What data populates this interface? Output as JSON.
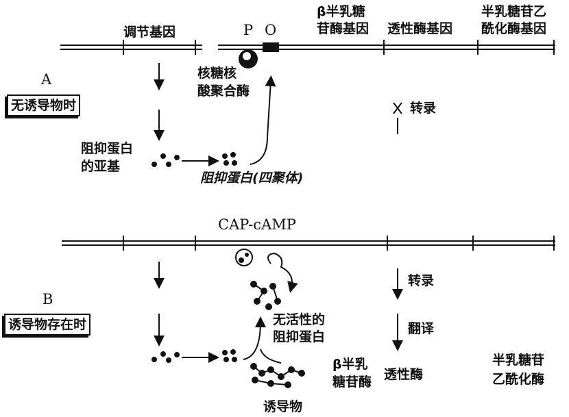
{
  "genes": {
    "regulator": "调节基因",
    "promoter": "P",
    "operator": "O",
    "beta_gal_line1": "β半乳糖",
    "beta_gal_line2": "苷酶基因",
    "permease": "透性酶基因",
    "acetylase_line1": "半乳糖苷乙",
    "acetylase_line2": "酰化酶基因"
  },
  "panel_a": {
    "letter": "A",
    "condition": "无诱导物时",
    "polymerase_line1": "核糖核",
    "polymerase_line2": "酸聚合酶",
    "subunit_line1": "阻抑蛋白",
    "subunit_line2": "的亚基",
    "tetramer": "阻抑蛋白(四聚体)",
    "blocked_transcription": "转录"
  },
  "panel_b": {
    "letter": "B",
    "condition": "诱导物存在时",
    "cap": "CAP-cAMP",
    "inactive_line1": "无活性的",
    "inactive_line2": "阻抑蛋白",
    "transcription": "转录",
    "translation": "翻译",
    "product_beta_line1": "β半乳",
    "product_beta_line2": "糖苷酶",
    "product_permease": "透性酶",
    "product_acetylase_line1": "半乳糖苷",
    "product_acetylase_line2": "乙酰化酶",
    "inducer": "诱导物"
  }
}
